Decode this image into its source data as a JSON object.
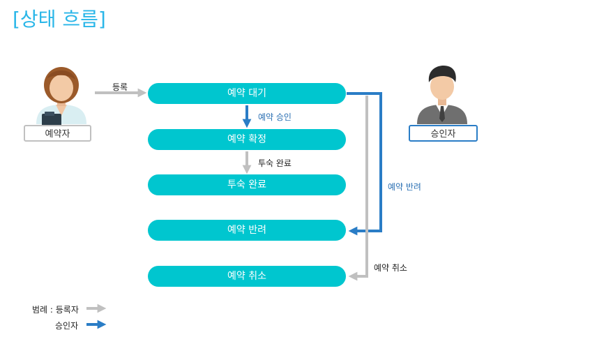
{
  "title": "[상태 흐름]",
  "actors": {
    "reserver": "예약자",
    "approver": "승인자"
  },
  "statuses": [
    "예약 대기",
    "예약 확정",
    "투숙 완료",
    "예약 반려",
    "예약 취소"
  ],
  "transitions": {
    "register": "등록",
    "approve": "예약 승인",
    "checkout": "투숙 완료",
    "reject": "예약 반려",
    "cancel": "예약 취소"
  },
  "legend": {
    "registrant": "범례 : 등록자",
    "approver": "승인자"
  },
  "colors": {
    "title": "#29b6e8",
    "pill": "#00c6cf",
    "registrant_arrow": "#c0c0c0",
    "approver_arrow": "#2a7dc6",
    "approver_border": "#2a7dc6",
    "reserver_border": "#c0c0c0"
  }
}
